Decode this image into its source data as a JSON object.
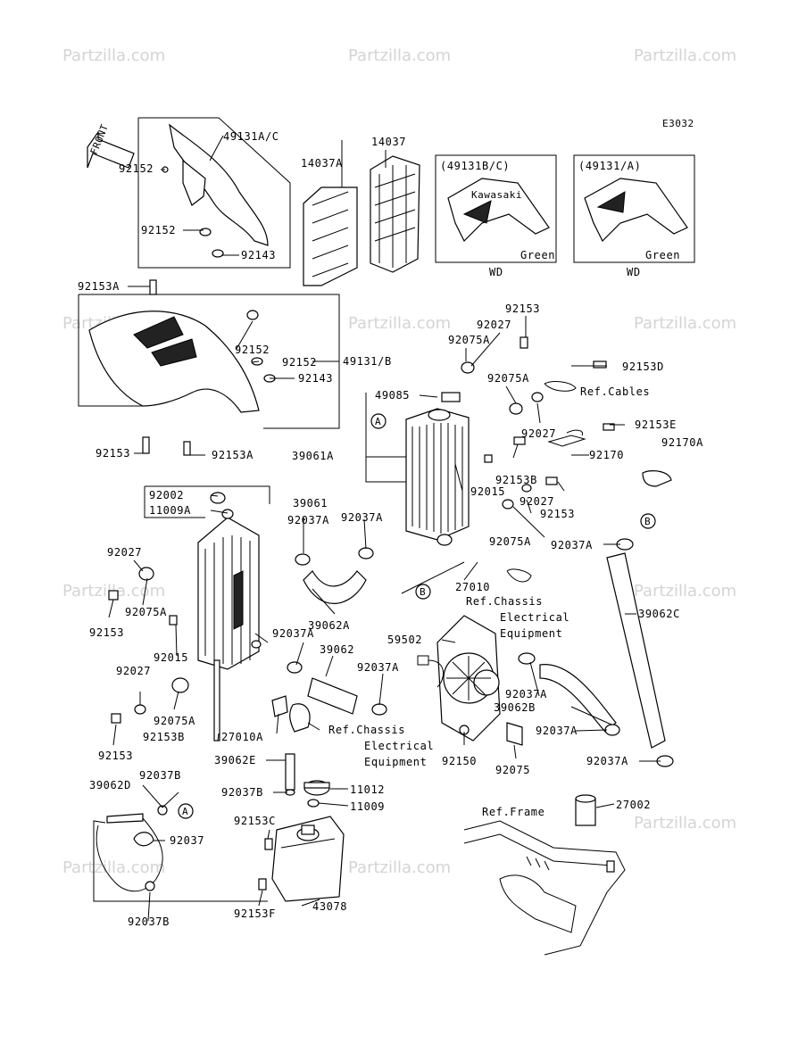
{
  "diagram_code": "E3032",
  "watermark": "Partzilla.com",
  "front_arrow": "FRONT",
  "inset_1": {
    "header": "(49131B/C)",
    "color_label": "Green",
    "variant": "WD",
    "decal_text": "Kawasaki"
  },
  "inset_2": {
    "header": "(49131/A)",
    "color_label": "Green",
    "variant": "WD"
  },
  "circle_markers": {
    "a": "A",
    "b": "B"
  },
  "parts": {
    "p49131AC": "49131A/C",
    "p92152_top1": "92152",
    "p92152_top2": "92152",
    "p92143_top": "92143",
    "p14037A": "14037A",
    "p14037": "14037",
    "p92153A_top": "92153A",
    "p92152_mid1": "92152",
    "p92152_mid2": "92152",
    "p92143_mid": "92143",
    "p49131B": "49131/B",
    "p92153_shroud": "92153",
    "p92153A_shroud": "92153A",
    "p92153_r1": "92153",
    "p92027_r1": "92027",
    "p92075A_r1": "92075A",
    "p92153D": "92153D",
    "ref_cables": "Ref.Cables",
    "p49085": "49085",
    "p92075A_r2": "92075A",
    "p92027_r2": "92027",
    "p92153E": "92153E",
    "p92170A": "92170A",
    "p39061A": "39061A",
    "p92170": "92170",
    "p92153B_r": "92153B",
    "p92015_r": "92015",
    "p92027_r3": "92027",
    "p92153_r2": "92153",
    "p92075A_r3": "92075A",
    "p92037A_r": "92037A",
    "p92002": "92002",
    "p11009A": "11009A",
    "p39061": "39061",
    "p92037A_l1": "92037A",
    "p92037A_l2": "92037A",
    "p92027_l1": "92027",
    "p92075A_l1": "92075A",
    "p92153_l1": "92153",
    "p92015_l": "92015",
    "p27010": "27010",
    "ref_chassis_1": [
      "Ref.Chassis",
      "Electrical",
      "Equipment"
    ],
    "p39062A": "39062A",
    "p39062C": "39062C",
    "p92037A_l3": "92037A",
    "p39062": "39062",
    "p92037A_l4": "92037A",
    "p59502": "59502",
    "p92027_l2": "92027",
    "p92075A_l2": "92075A",
    "p92037A_fan": "92037A",
    "p39062B": "39062B",
    "p92153_l2": "92153",
    "p92153B_l": "92153B",
    "p27010A": "27010A",
    "ref_chassis_2": [
      "Ref.Chassis",
      "Electrical",
      "Equipment"
    ],
    "p92037A_b1": "92037A",
    "p92150": "92150",
    "p92075": "92075",
    "p92037A_b2": "92037A",
    "p39062E": "39062E",
    "p39062D": "39062D",
    "p92037B_1": "92037B",
    "p92037B_2": "92037B",
    "p11012": "11012",
    "p11009": "11009",
    "p92153C": "92153C",
    "p92037": "92037",
    "p92153F": "92153F",
    "p43078": "43078",
    "p92037B_3": "92037B",
    "ref_frame": "Ref.Frame",
    "p27002": "27002"
  }
}
